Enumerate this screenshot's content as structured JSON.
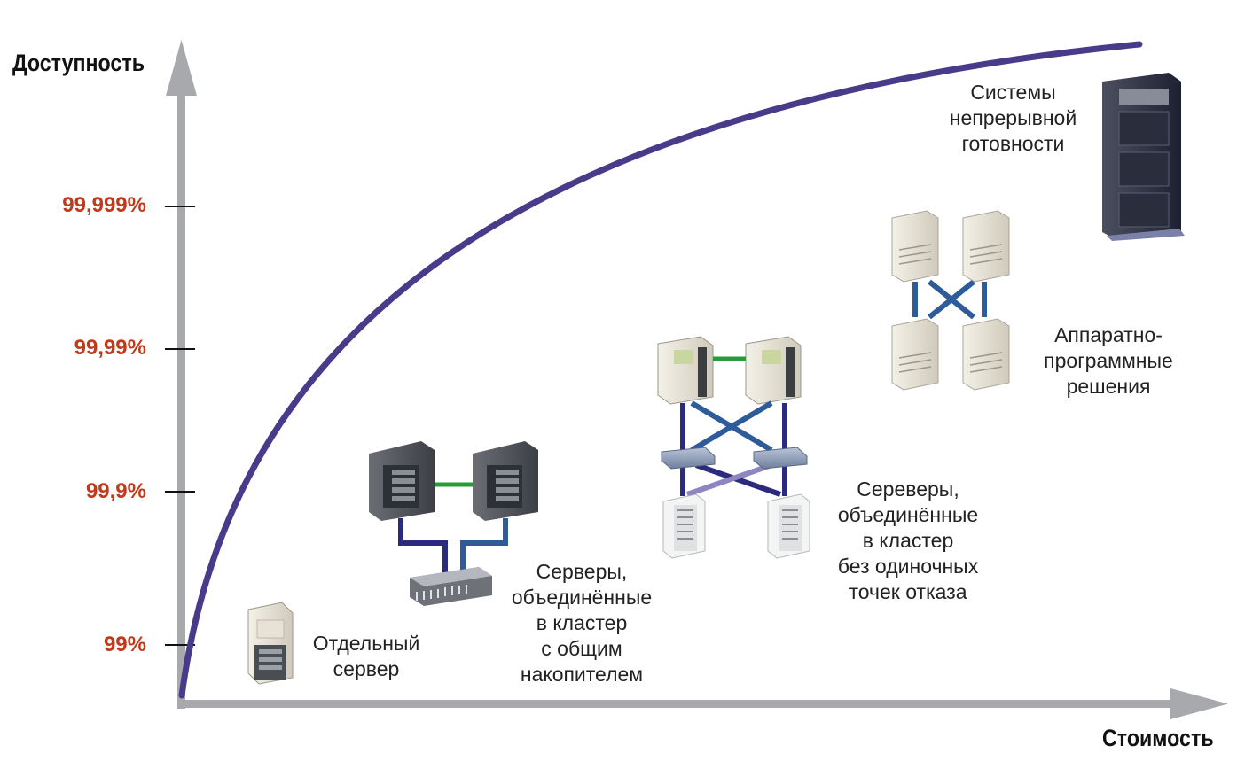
{
  "axes": {
    "y_title": "Доступность",
    "x_title": "Стоимость",
    "y_ticks": [
      "99,999%",
      "99,99%",
      "99,9%",
      "99%"
    ]
  },
  "tiers": [
    {
      "id": "single",
      "label": "Отдельный\nсервер"
    },
    {
      "id": "shared",
      "label": "Серверы,\nобъединённые\nв кластер\nс общим\nнакопителем"
    },
    {
      "id": "nospof",
      "label": "Сереверы,\nобъединённые\nв кластер\nбез одиночных\nточек отказа"
    },
    {
      "id": "hwsw",
      "label": "Аппаратно-\nпрограммные\nрешения"
    },
    {
      "id": "ft",
      "label": "Системы\nнепрерывной\nготовности"
    }
  ],
  "colors": {
    "curve": "#4a3a8a",
    "axis": "#a7a9ac",
    "tick_text": "#c0391b",
    "link_green": "#2a9a3a",
    "link_blue": "#2e5b9a",
    "link_navy": "#2b2a7c",
    "link_lavender": "#8d86c0"
  }
}
